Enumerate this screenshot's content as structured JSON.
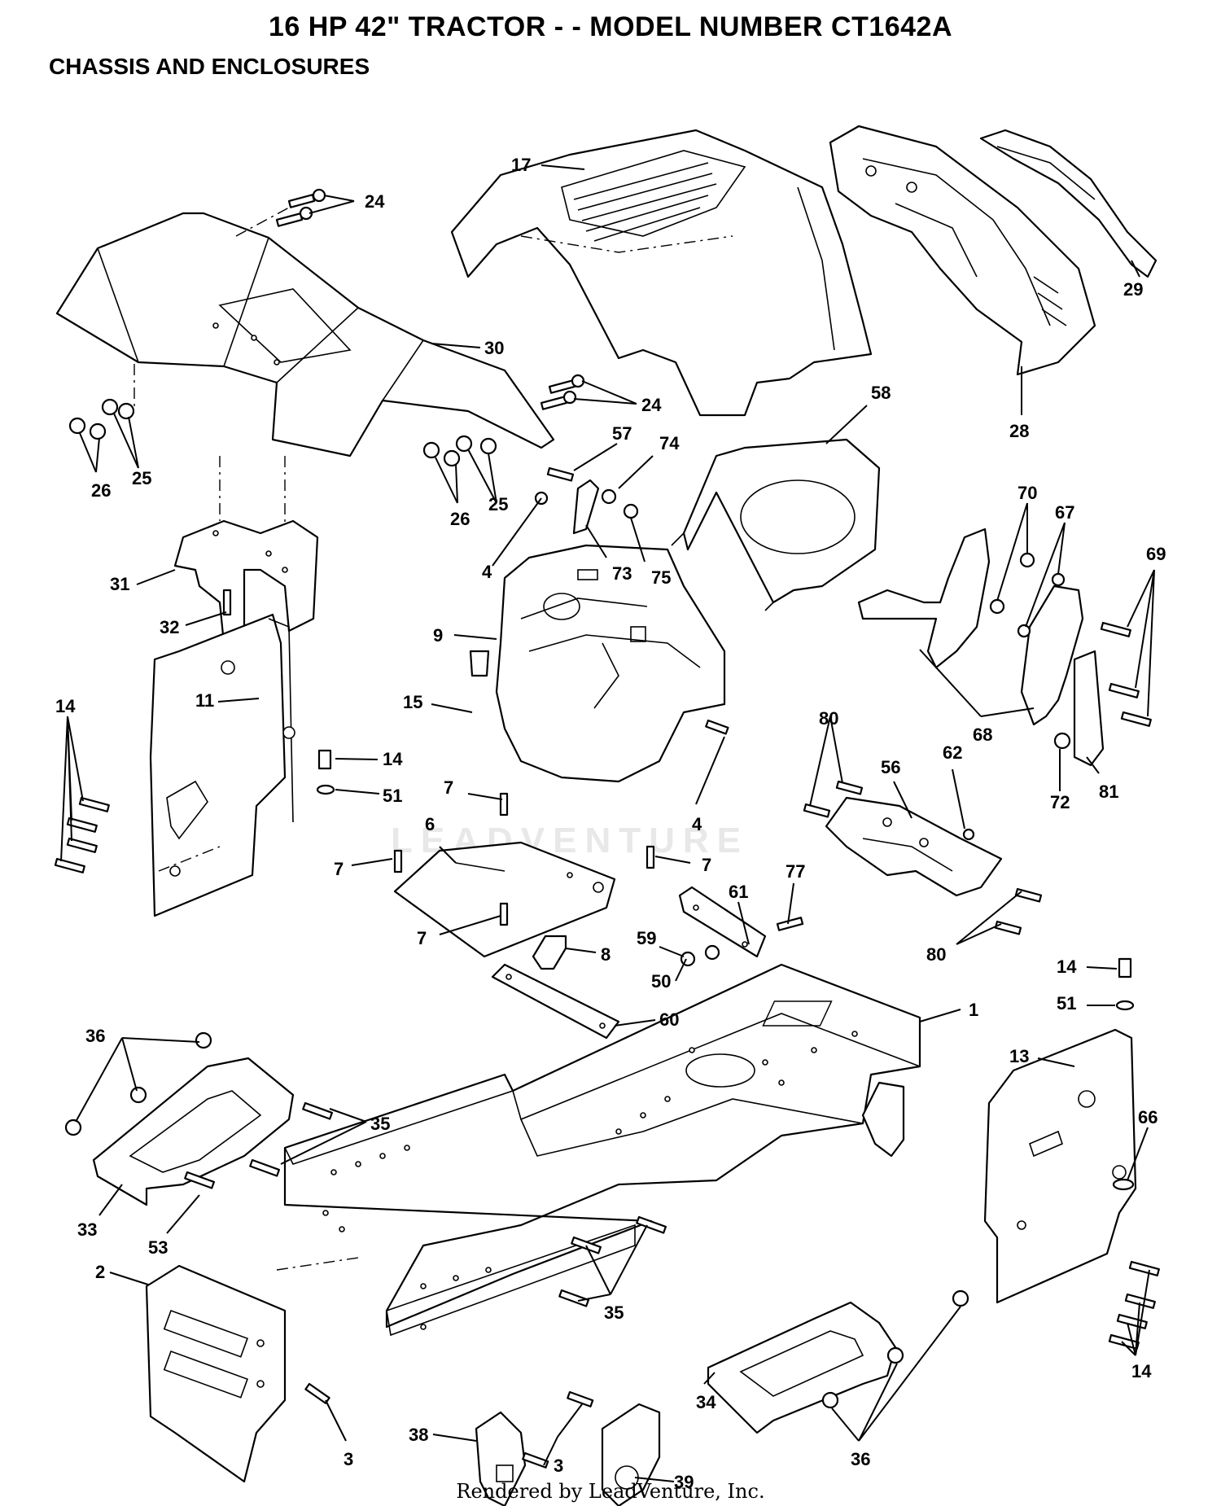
{
  "header": {
    "title": "16 HP 42\" TRACTOR - - MODEL NUMBER CT1642A",
    "subtitle": "CHASSIS AND ENCLOSURES"
  },
  "footer": {
    "credit": "Rendered by LeadVenture, Inc."
  },
  "watermark": {
    "text": "LEADVENTURE"
  },
  "callouts": [
    {
      "id": "c24a",
      "label": "24"
    },
    {
      "id": "c17",
      "label": "17"
    },
    {
      "id": "c29",
      "label": "29"
    },
    {
      "id": "c30",
      "label": "30"
    },
    {
      "id": "c24b",
      "label": "24"
    },
    {
      "id": "c28",
      "label": "28"
    },
    {
      "id": "c26a",
      "label": "26"
    },
    {
      "id": "c25a",
      "label": "25"
    },
    {
      "id": "c58",
      "label": "58"
    },
    {
      "id": "c57",
      "label": "57"
    },
    {
      "id": "c74",
      "label": "74"
    },
    {
      "id": "c26b",
      "label": "26"
    },
    {
      "id": "c25b",
      "label": "25"
    },
    {
      "id": "c70",
      "label": "70"
    },
    {
      "id": "c67",
      "label": "67"
    },
    {
      "id": "c69",
      "label": "69"
    },
    {
      "id": "c31",
      "label": "31"
    },
    {
      "id": "c4a",
      "label": "4"
    },
    {
      "id": "c73",
      "label": "73"
    },
    {
      "id": "c75",
      "label": "75"
    },
    {
      "id": "c32",
      "label": "32"
    },
    {
      "id": "c9",
      "label": "9"
    },
    {
      "id": "c11",
      "label": "11"
    },
    {
      "id": "c15",
      "label": "15"
    },
    {
      "id": "c14a",
      "label": "14"
    },
    {
      "id": "c14b",
      "label": "14"
    },
    {
      "id": "c68",
      "label": "68"
    },
    {
      "id": "c80a",
      "label": "80"
    },
    {
      "id": "c56",
      "label": "56"
    },
    {
      "id": "c62",
      "label": "62"
    },
    {
      "id": "c51a",
      "label": "51"
    },
    {
      "id": "c72",
      "label": "72"
    },
    {
      "id": "c81",
      "label": "81"
    },
    {
      "id": "c7a",
      "label": "7"
    },
    {
      "id": "c4b",
      "label": "4"
    },
    {
      "id": "c6",
      "label": "6"
    },
    {
      "id": "c7b",
      "label": "7"
    },
    {
      "id": "c7c",
      "label": "7"
    },
    {
      "id": "c61",
      "label": "61"
    },
    {
      "id": "c77",
      "label": "77"
    },
    {
      "id": "c7d",
      "label": "7"
    },
    {
      "id": "c80b",
      "label": "80"
    },
    {
      "id": "c8",
      "label": "8"
    },
    {
      "id": "c59",
      "label": "59"
    },
    {
      "id": "c50",
      "label": "50"
    },
    {
      "id": "c14c",
      "label": "14"
    },
    {
      "id": "c51b",
      "label": "51"
    },
    {
      "id": "c60",
      "label": "60"
    },
    {
      "id": "c1",
      "label": "1"
    },
    {
      "id": "c36a",
      "label": "36"
    },
    {
      "id": "c13",
      "label": "13"
    },
    {
      "id": "c35a",
      "label": "35"
    },
    {
      "id": "c66",
      "label": "66"
    },
    {
      "id": "c33",
      "label": "33"
    },
    {
      "id": "c53",
      "label": "53"
    },
    {
      "id": "c2",
      "label": "2"
    },
    {
      "id": "c35b",
      "label": "35"
    },
    {
      "id": "c34",
      "label": "34"
    },
    {
      "id": "c14d",
      "label": "14"
    },
    {
      "id": "c38",
      "label": "38"
    },
    {
      "id": "c3a",
      "label": "3"
    },
    {
      "id": "c36b",
      "label": "36"
    },
    {
      "id": "c3b",
      "label": "3"
    },
    {
      "id": "c39",
      "label": "39"
    }
  ]
}
